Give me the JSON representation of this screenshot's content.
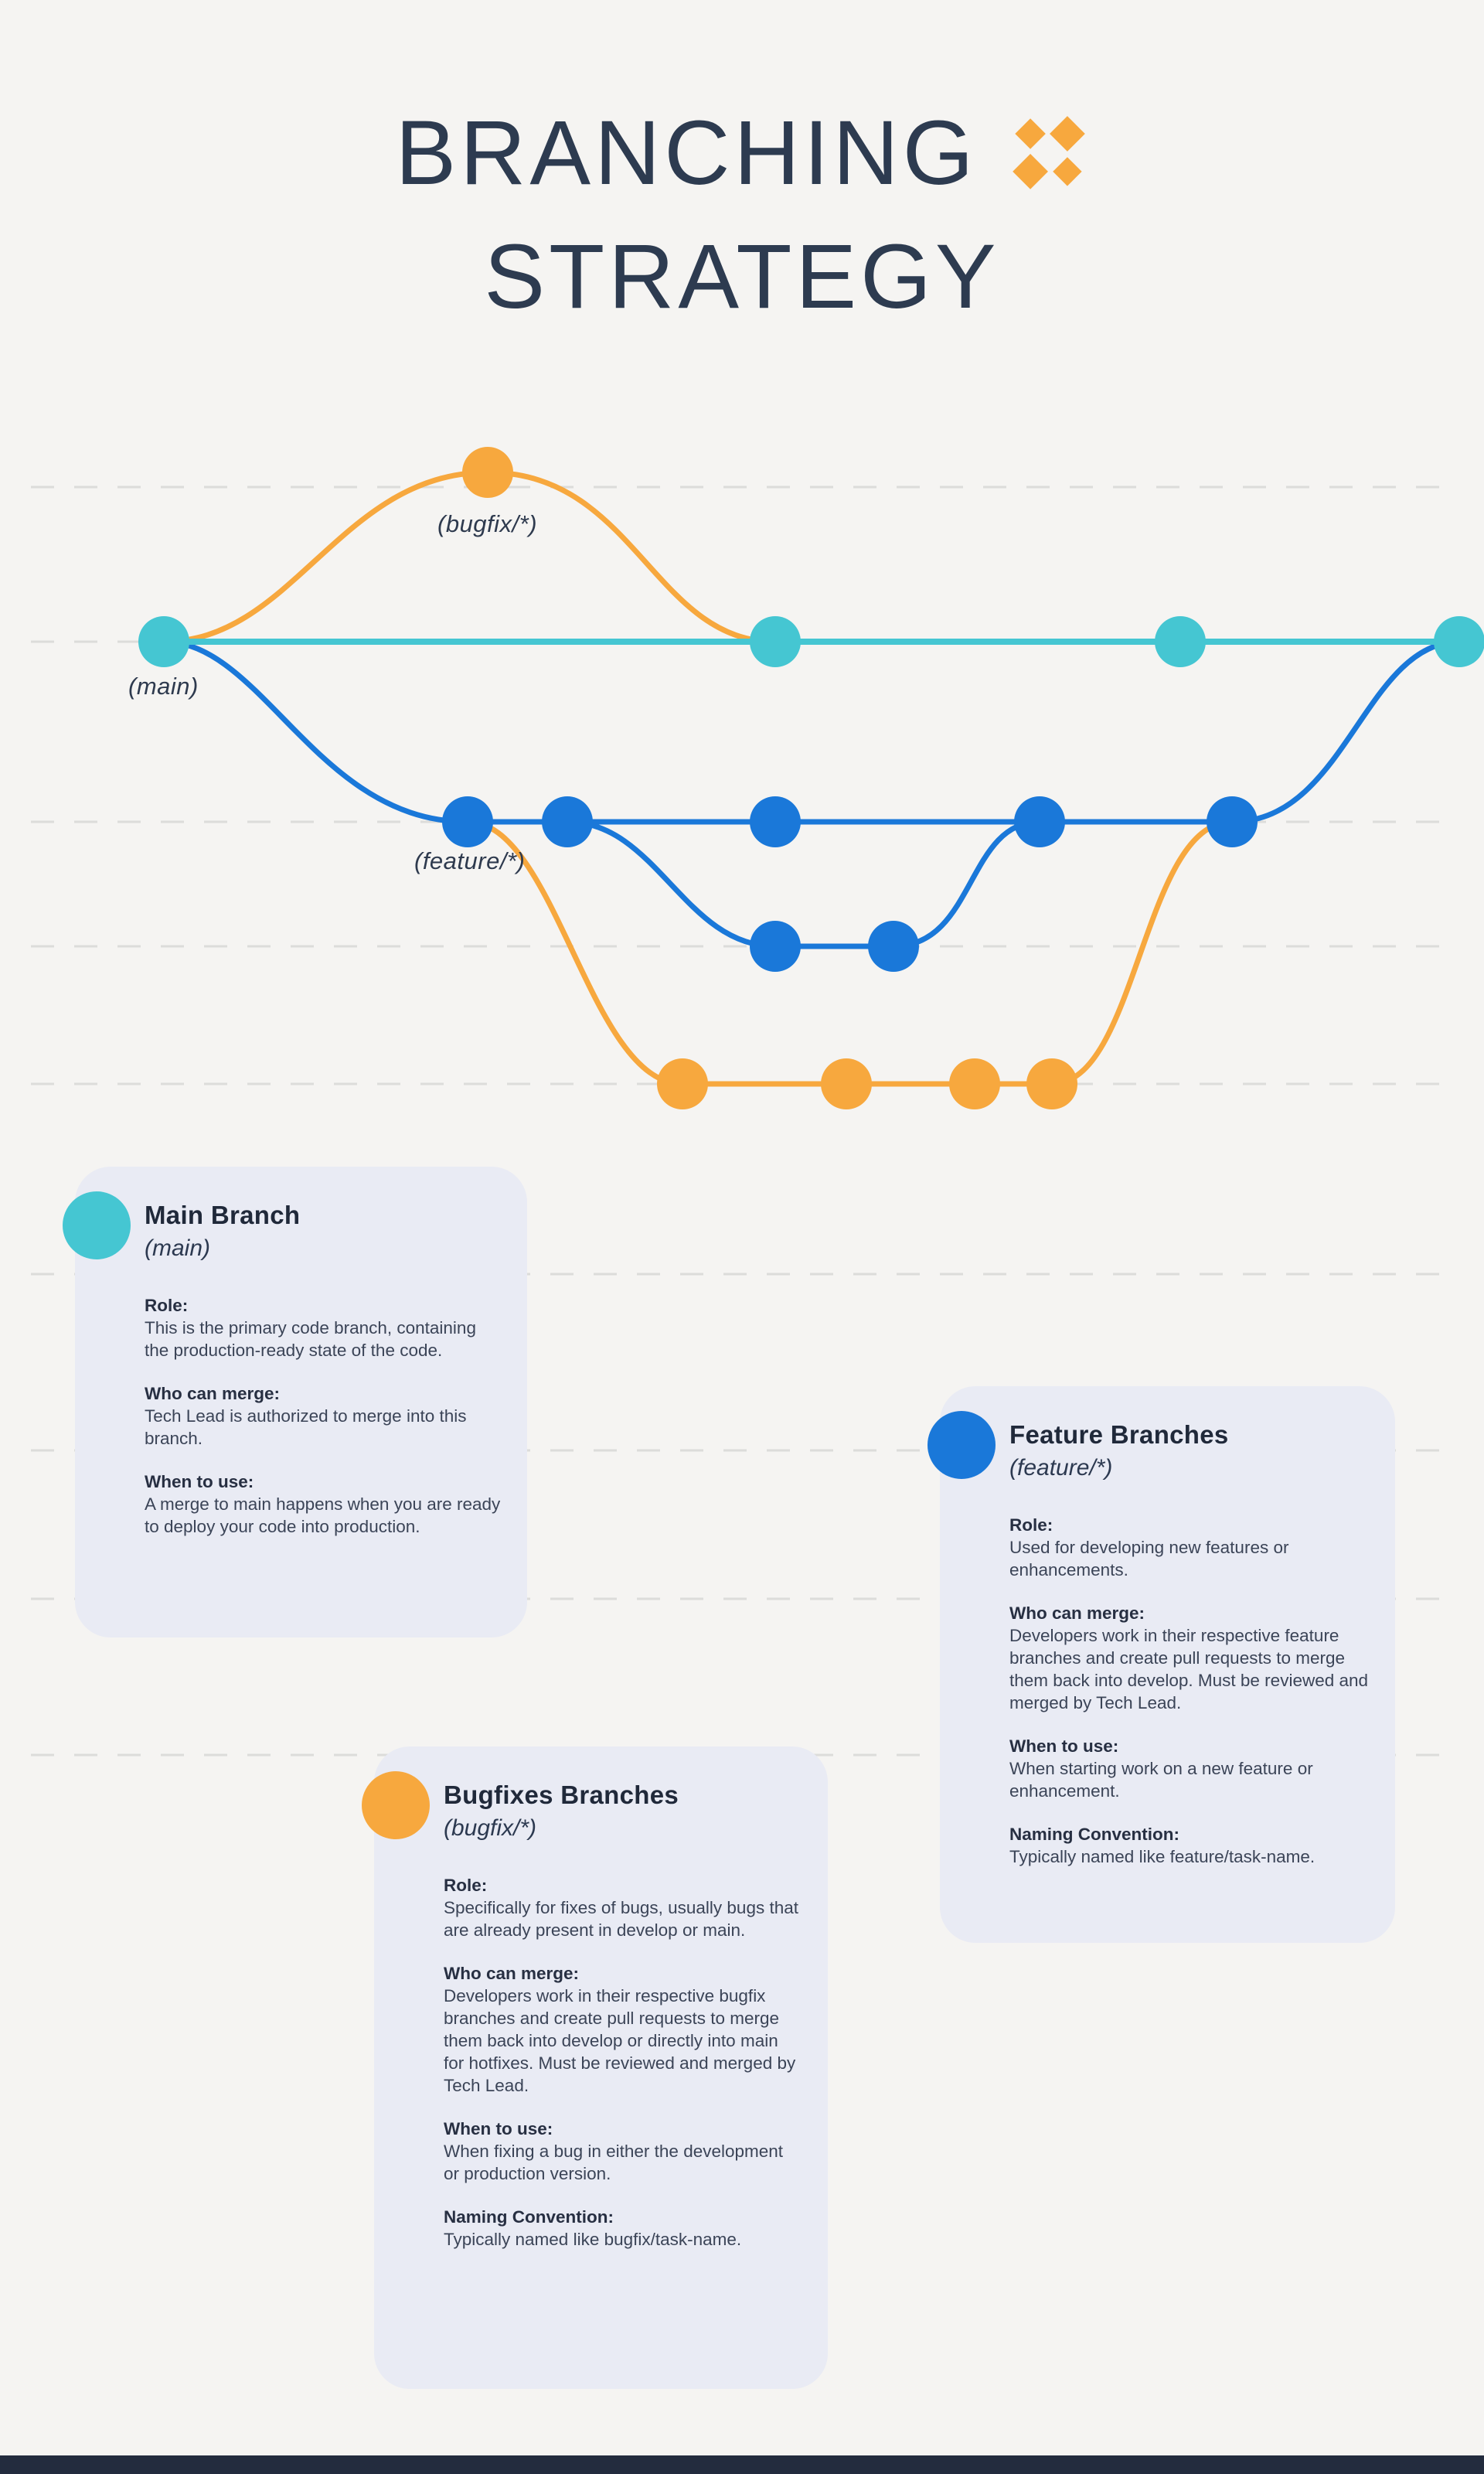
{
  "title": {
    "line1": "BRANCHING",
    "line2": "STRATEGY"
  },
  "graph": {
    "branch_labels": {
      "main": "(main)",
      "bugfix": "(bugfix/*)",
      "feature": "(feature/*)"
    }
  },
  "cards": {
    "main": {
      "title": "Main Branch",
      "subtitle": "(main)",
      "sections": [
        {
          "heading": "Role:",
          "body": " This is the primary code branch, containing the production-ready state of the code."
        },
        {
          "heading": "Who can merge:",
          "body": " Tech Lead is authorized to merge into this branch."
        },
        {
          "heading": "When to use:",
          "body": " A merge to main happens when you are ready to deploy your code into production."
        }
      ]
    },
    "feature": {
      "title": "Feature Branches",
      "subtitle": "(feature/*)",
      "sections": [
        {
          "heading": "Role:",
          "body": "Used for developing new features or enhancements."
        },
        {
          "heading": "Who can merge:",
          "body": " Developers work in their respective feature branches and create pull requests to merge them back into develop. Must be reviewed and merged by Tech Lead."
        },
        {
          "heading": "When to use:",
          "body": " When starting work on a new feature or enhancement."
        },
        {
          "heading": "Naming Convention:",
          "body": " Typically named like feature/task-name."
        }
      ]
    },
    "bugfix": {
      "title": "Bugfixes Branches",
      "subtitle": "(bugfix/*)",
      "sections": [
        {
          "heading": "Role:",
          "body": " Specifically for fixes of bugs, usually bugs that are already present in develop or main."
        },
        {
          "heading": "Who can merge:",
          "body": " Developers work in their respective bugfix branches and create pull requests to merge them back into develop or directly into main for hotfixes. Must be reviewed and merged by Tech Lead."
        },
        {
          "heading": "When to use:",
          "body": " When fixing a bug in either the development or production version."
        },
        {
          "heading": "Naming Convention:",
          "body": " Typically named like bugfix/task-name."
        }
      ]
    }
  },
  "colors": {
    "teal": "#45c6d2",
    "blue": "#1a78d9",
    "orange": "#f7a83e",
    "navy_text": "#2d3b50",
    "card_background": "#e9ebf4",
    "page_background": "#f5f4f2",
    "footer_bar": "#232c3e"
  }
}
